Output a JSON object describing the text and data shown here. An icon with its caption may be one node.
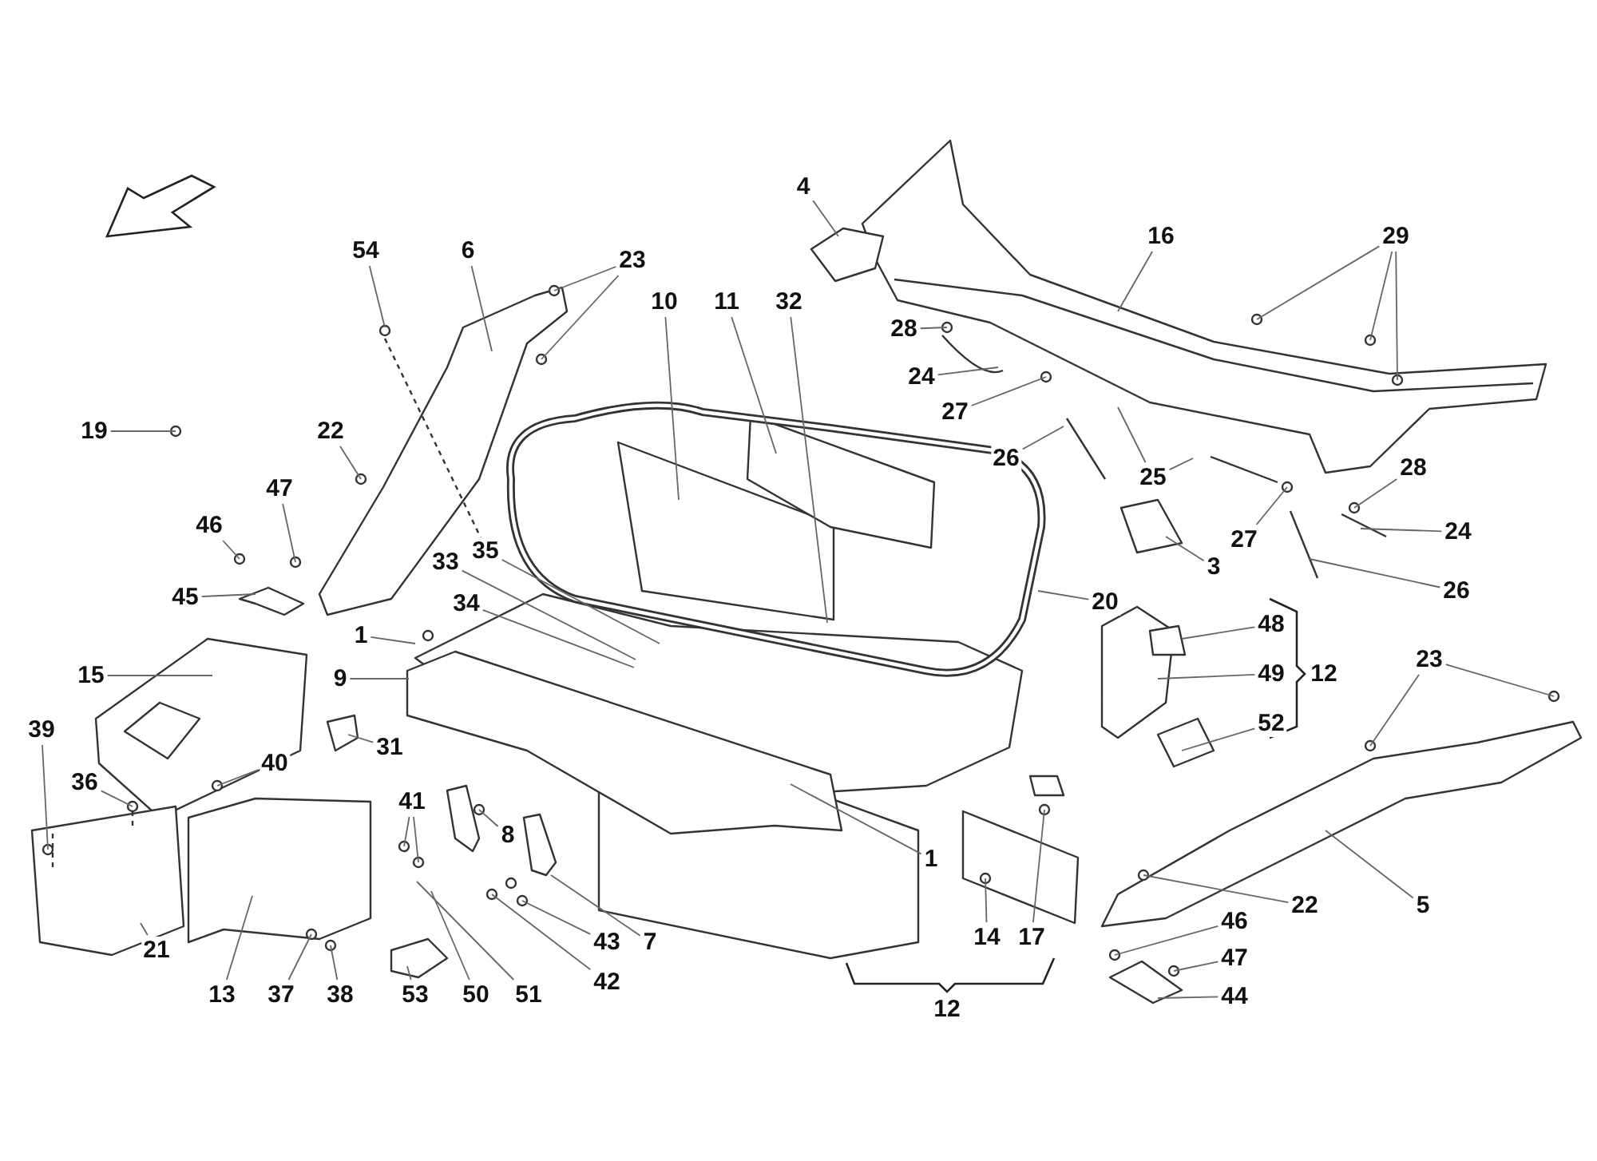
{
  "diagram": {
    "nodes": [
      {
        "text": [
          "4"
        ]
      },
      {
        "text": [
          "16"
        ]
      },
      {
        "text": [
          "29"
        ]
      },
      {
        "text": [
          "54"
        ]
      },
      {
        "text": [
          "6"
        ]
      },
      {
        "text": [
          "23"
        ]
      },
      {
        "text": [
          "10"
        ]
      },
      {
        "text": [
          "11"
        ]
      },
      {
        "text": [
          "32"
        ]
      },
      {
        "text": [
          "28"
        ]
      },
      {
        "text": [
          "24"
        ]
      },
      {
        "text": [
          "27"
        ]
      },
      {
        "text": [
          "19"
        ]
      },
      {
        "text": [
          "22"
        ]
      },
      {
        "text": [
          "26"
        ]
      },
      {
        "text": [
          "25"
        ]
      },
      {
        "text": [
          "28"
        ]
      },
      {
        "text": [
          "47"
        ]
      },
      {
        "text": [
          "46"
        ]
      },
      {
        "text": [
          "24"
        ]
      },
      {
        "text": [
          "3"
        ]
      },
      {
        "text": [
          "27"
        ]
      },
      {
        "text": [
          "33"
        ]
      },
      {
        "text": [
          "35"
        ]
      },
      {
        "text": [
          "26"
        ]
      },
      {
        "text": [
          "45"
        ]
      },
      {
        "text": [
          "20"
        ]
      },
      {
        "text": [
          "34"
        ]
      },
      {
        "text": [
          "48"
        ]
      },
      {
        "text": [
          "1"
        ]
      },
      {
        "text": [
          "23"
        ]
      },
      {
        "text": [
          "49"
        ]
      },
      {
        "text": [
          "15"
        ]
      },
      {
        "text": [
          "9"
        ]
      },
      {
        "text": [
          "52"
        ]
      },
      {
        "text": [
          "39"
        ]
      },
      {
        "text": [
          "31"
        ]
      },
      {
        "text": [
          "40"
        ]
      },
      {
        "text": [
          "36"
        ]
      },
      {
        "text": [
          "41"
        ]
      },
      {
        "text": [
          "8"
        ]
      },
      {
        "text": [
          "1"
        ]
      },
      {
        "text": [
          "22"
        ]
      },
      {
        "text": [
          "5"
        ]
      },
      {
        "text": [
          "46"
        ]
      },
      {
        "text": [
          "14"
        ]
      },
      {
        "text": [
          "17"
        ]
      },
      {
        "text": [
          "43"
        ]
      },
      {
        "text": [
          "7"
        ]
      },
      {
        "text": [
          "47"
        ]
      },
      {
        "text": [
          "42"
        ]
      },
      {
        "text": [
          "21"
        ]
      },
      {
        "text": [
          "13"
        ]
      },
      {
        "text": [
          "37"
        ]
      },
      {
        "text": [
          "38"
        ]
      },
      {
        "text": [
          "53"
        ]
      },
      {
        "text": [
          "50"
        ]
      },
      {
        "text": [
          "51"
        ]
      },
      {
        "text": [
          "44"
        ]
      }
    ],
    "edges": [
      {
        "from": 0,
        "to": null,
        "arrow": "none"
      },
      {
        "from": 1,
        "to": null,
        "arrow": "none"
      },
      {
        "from": 2,
        "to": null,
        "arrow": "none"
      },
      {
        "from": 2,
        "to": null,
        "arrow": "none"
      },
      {
        "from": 2,
        "to": null,
        "arrow": "none"
      },
      {
        "from": 3,
        "to": null,
        "arrow": "none"
      },
      {
        "from": 4,
        "to": null,
        "arrow": "none"
      },
      {
        "from": 5,
        "to": null,
        "arrow": "none"
      },
      {
        "from": 5,
        "to": null,
        "arrow": "none"
      },
      {
        "from": 6,
        "to": null,
        "arrow": "none"
      },
      {
        "from": 7,
        "to": null,
        "arrow": "none"
      },
      {
        "from": 8,
        "to": null,
        "arrow": "none"
      },
      {
        "from": 9,
        "to": null,
        "arrow": "none"
      },
      {
        "from": 10,
        "to": null,
        "arrow": "none"
      },
      {
        "from": 11,
        "to": null,
        "arrow": "none"
      },
      {
        "from": 12,
        "to": null,
        "arrow": "none"
      },
      {
        "from": 13,
        "to": null,
        "arrow": "none"
      },
      {
        "from": 14,
        "to": null,
        "arrow": "none"
      },
      {
        "from": 15,
        "to": null,
        "arrow": "none"
      },
      {
        "from": 15,
        "to": null,
        "arrow": "none"
      },
      {
        "from": 16,
        "to": null,
        "arrow": "none"
      },
      {
        "from": 17,
        "to": null,
        "arrow": "none"
      },
      {
        "from": 18,
        "to": null,
        "arrow": "none"
      },
      {
        "from": 19,
        "to": null,
        "arrow": "none"
      },
      {
        "from": 20,
        "to": null,
        "arrow": "none"
      },
      {
        "from": 21,
        "to": null,
        "arrow": "none"
      },
      {
        "from": 22,
        "to": null,
        "arrow": "none"
      },
      {
        "from": 23,
        "to": null,
        "arrow": "none"
      },
      {
        "from": 24,
        "to": null,
        "arrow": "none"
      },
      {
        "from": 25,
        "to": null,
        "arrow": "none"
      },
      {
        "from": 26,
        "to": null,
        "arrow": "none"
      },
      {
        "from": 27,
        "to": null,
        "arrow": "none"
      },
      {
        "from": 28,
        "to": null,
        "arrow": "none"
      },
      {
        "from": 29,
        "to": null,
        "arrow": "none"
      },
      {
        "from": 30,
        "to": null,
        "arrow": "none"
      },
      {
        "from": 30,
        "to": null,
        "arrow": "none"
      },
      {
        "from": 31,
        "to": null,
        "arrow": "none"
      },
      {
        "from": 32,
        "to": null,
        "arrow": "none"
      },
      {
        "from": 33,
        "to": null,
        "arrow": "none"
      },
      {
        "from": 34,
        "to": null,
        "arrow": "none"
      },
      {
        "from": 35,
        "to": null,
        "arrow": "none"
      },
      {
        "from": 36,
        "to": null,
        "arrow": "none"
      },
      {
        "from": 37,
        "to": null,
        "arrow": "none"
      },
      {
        "from": 38,
        "to": null,
        "arrow": "none"
      },
      {
        "from": 39,
        "to": null,
        "arrow": "none"
      },
      {
        "from": 39,
        "to": null,
        "arrow": "none"
      },
      {
        "from": 40,
        "to": null,
        "arrow": "none"
      },
      {
        "from": 41,
        "to": null,
        "arrow": "none"
      },
      {
        "from": 42,
        "to": null,
        "arrow": "none"
      },
      {
        "from": 43,
        "to": null,
        "arrow": "none"
      },
      {
        "from": 44,
        "to": null,
        "arrow": "none"
      },
      {
        "from": 45,
        "to": null,
        "arrow": "none"
      },
      {
        "from": 46,
        "to": null,
        "arrow": "none"
      },
      {
        "from": 47,
        "to": null,
        "arrow": "none"
      },
      {
        "from": 48,
        "to": null,
        "arrow": "none"
      },
      {
        "from": 49,
        "to": null,
        "arrow": "none"
      },
      {
        "from": 50,
        "to": null,
        "arrow": "none"
      },
      {
        "from": 51,
        "to": null,
        "arrow": "none"
      },
      {
        "from": 52,
        "to": null,
        "arrow": "none"
      },
      {
        "from": 53,
        "to": null,
        "arrow": "none"
      },
      {
        "from": 54,
        "to": null,
        "arrow": "none"
      },
      {
        "from": 55,
        "to": null,
        "arrow": "none"
      },
      {
        "from": 56,
        "to": null,
        "arrow": "none"
      },
      {
        "from": 57,
        "to": null,
        "arrow": "none"
      },
      {
        "from": 58,
        "to": null,
        "arrow": "none"
      }
    ],
    "labels": [
      "12",
      "12"
    ]
  }
}
